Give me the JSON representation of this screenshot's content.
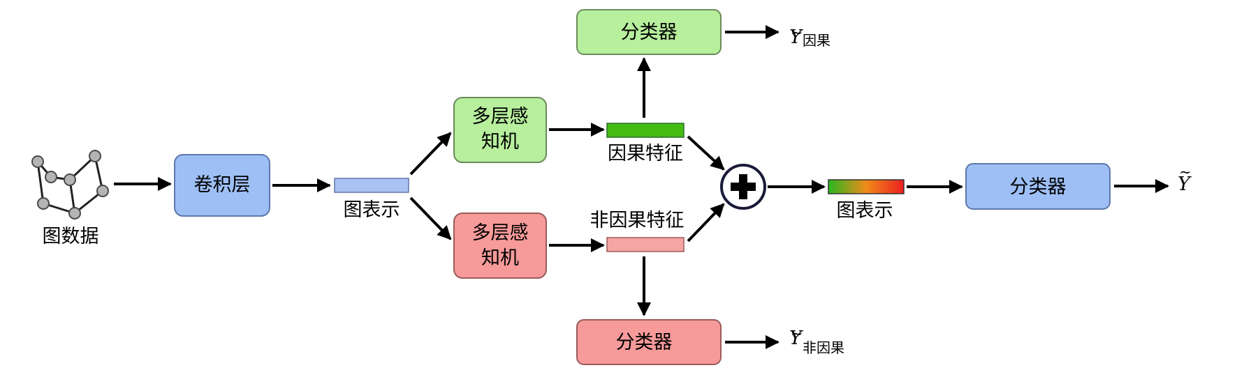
{
  "input": {
    "label": "图数据"
  },
  "conv": {
    "label": "卷积层"
  },
  "graph_repr_1": {
    "label": "图表示"
  },
  "mlp_causal": {
    "line1": "多层感",
    "line2": "知机"
  },
  "mlp_noncausal": {
    "line1": "多层感",
    "line2": "知机"
  },
  "causal_feature": {
    "label": "因果特征"
  },
  "noncausal_feature": {
    "label": "非因果特征"
  },
  "classifier_causal": {
    "label": "分类器"
  },
  "classifier_noncausal": {
    "label": "分类器"
  },
  "classifier_final": {
    "label": "分类器"
  },
  "graph_repr_2": {
    "label": "图表示"
  },
  "outputs": {
    "y_symbol": "Y",
    "causal_sub": "因果",
    "noncausal_sub": "非因果"
  },
  "colors": {
    "blue_box": "#9dbff5",
    "green_box": "#b7ef9d",
    "red_box": "#f79a9a",
    "causal_bar": "#44bb11",
    "noncausal_bar": "#f7a4a4",
    "repr_bar": "#a9c2f2",
    "node": "#b4b4b4"
  }
}
